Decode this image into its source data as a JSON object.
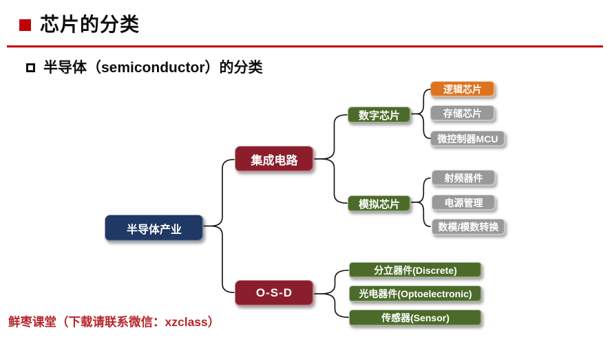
{
  "header": {
    "title": "芯片的分类",
    "subtitle": "半导体（semiconductor）的分类"
  },
  "footer": {
    "text": "鲜枣课堂（下载请联系微信：xzclass）"
  },
  "colors": {
    "accent_red": "#C00000",
    "footer_red": "#B5272C",
    "node_blue": "#1F3864",
    "node_red": "#8B1E2C",
    "node_green": "#4C6B2B",
    "node_orange": "#DC7321",
    "node_gray": "#999999",
    "connector_black": "#1a1a1a"
  },
  "icons": {
    "title_bullet": "filled-square-bullet-icon",
    "subtitle_bullet": "hollow-square-bullet-icon"
  },
  "tree": {
    "root": {
      "label": "半导体产业"
    },
    "branches": [
      {
        "label": "集成电路",
        "children": [
          {
            "label": "数字芯片",
            "children": [
              {
                "label": "逻辑芯片"
              },
              {
                "label": "存储芯片"
              },
              {
                "label": "微控制器MCU"
              }
            ]
          },
          {
            "label": "模拟芯片",
            "children": [
              {
                "label": "射频器件"
              },
              {
                "label": "电源管理"
              },
              {
                "label": "数模/模数转换"
              }
            ]
          }
        ]
      },
      {
        "label": "O-S-D",
        "children": [
          {
            "label": "分立器件(Discrete)"
          },
          {
            "label": "光电器件(Optoelectronic)"
          },
          {
            "label": "传感器(Sensor)"
          }
        ]
      }
    ]
  }
}
